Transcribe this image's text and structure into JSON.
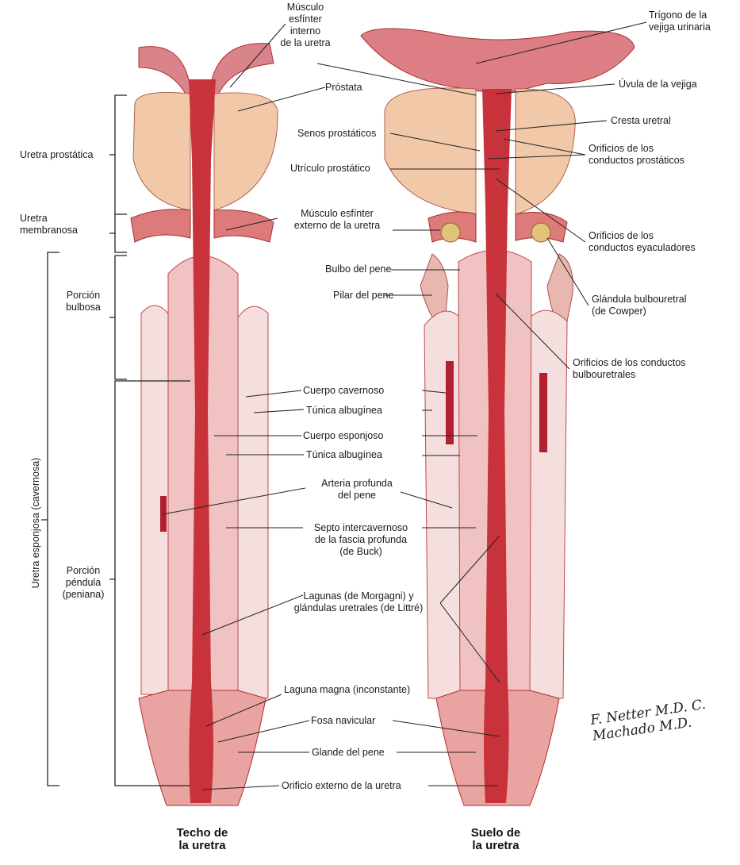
{
  "labels": {
    "esfinter_interno": "Músculo\nesfínter\ninterno\nde la uretra",
    "prostata": "Próstata",
    "senos_prostaticos": "Senos prostáticos",
    "utriculo": "Utrículo prostático",
    "esfinter_externo": "Músculo esfínter\nexterno de la uretra",
    "bulbo": "Bulbo del pene",
    "pilar": "Pilar del pene",
    "cuerpo_cavernoso": "Cuerpo cavernoso",
    "tunica_1": "Túnica albugínea",
    "cuerpo_esponjoso": "Cuerpo esponjoso",
    "tunica_2": "Túnica albugínea",
    "arteria": "Arteria profunda\ndel pene",
    "septo": "Septo intercavernoso\nde la fascia profunda\n(de Buck)",
    "lagunas": "Lagunas (de Morgagni) y\nglándulas uretrales (de Littré)",
    "laguna_magna": "Laguna magna (inconstante)",
    "fosa": "Fosa navicular",
    "glande": "Glande del pene",
    "orificio_externo": "Orificio externo de la uretra",
    "trigono": "Trígono de la\nvejiga urinaria",
    "uvula": "Úvula de la vejiga",
    "cresta": "Cresta uretral",
    "orif_prostaticos": "Orificios de los\nconductos prostáticos",
    "orif_eyaculadores": "Orificios de los\nconductos eyaculadores",
    "glandula_bulbouretral": "Glándula bulbouretral\n(de Cowper)",
    "orif_bulbouretrales": "Orificios de los conductos\nbulbouretrales",
    "uretra_prostatica": "Uretra prostática",
    "uretra_membranosa": "Uretra\nmembranosa",
    "porcion_bulbosa": "Porción\nbulbosa",
    "porcion_pendula": "Porción\npéndula\n(peniana)",
    "uretra_esponjosa": "Uretra esponjosa (cavernosa)"
  },
  "captions": {
    "techo": "Techo de\nla uretra",
    "suelo": "Suelo de\nla uretra"
  },
  "signature": "F. Netter M.D.  C. Machado M.D.",
  "colors": {
    "tissue": "#f2c9a8",
    "urethra": "#c8323a",
    "spongy": "#e48a86",
    "cavernous": "#f4dede",
    "outline": "#b03030"
  }
}
